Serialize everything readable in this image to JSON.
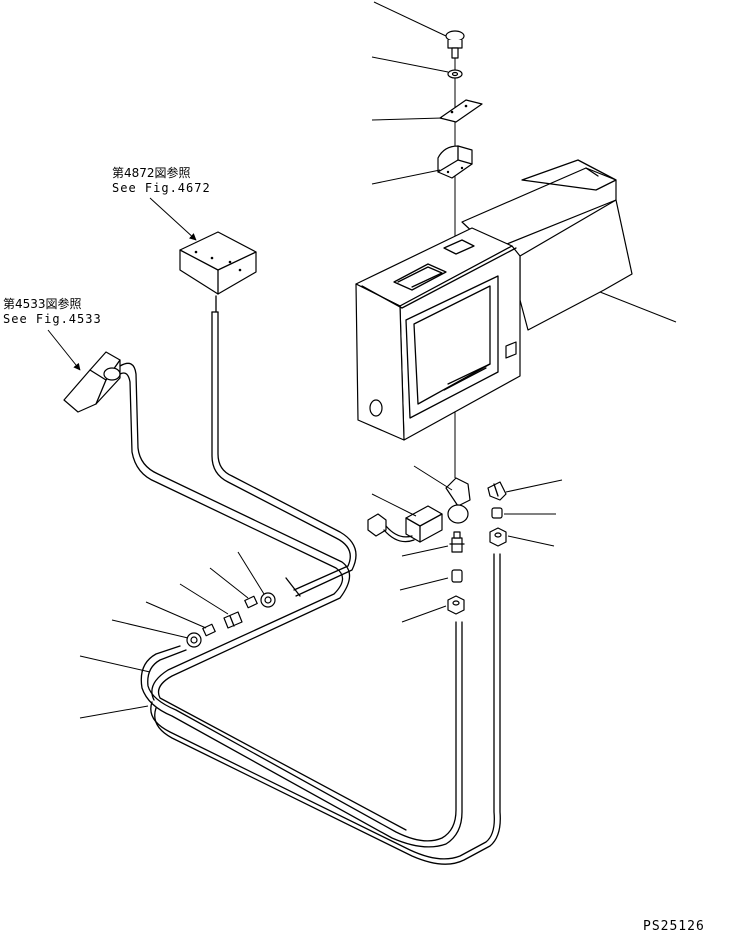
{
  "references": [
    {
      "jp": "第4872図参照",
      "en": "See Fig.4672"
    },
    {
      "jp": "第4533図参照",
      "en": "See Fig.4533"
    }
  ],
  "figure_code": "PS25126"
}
